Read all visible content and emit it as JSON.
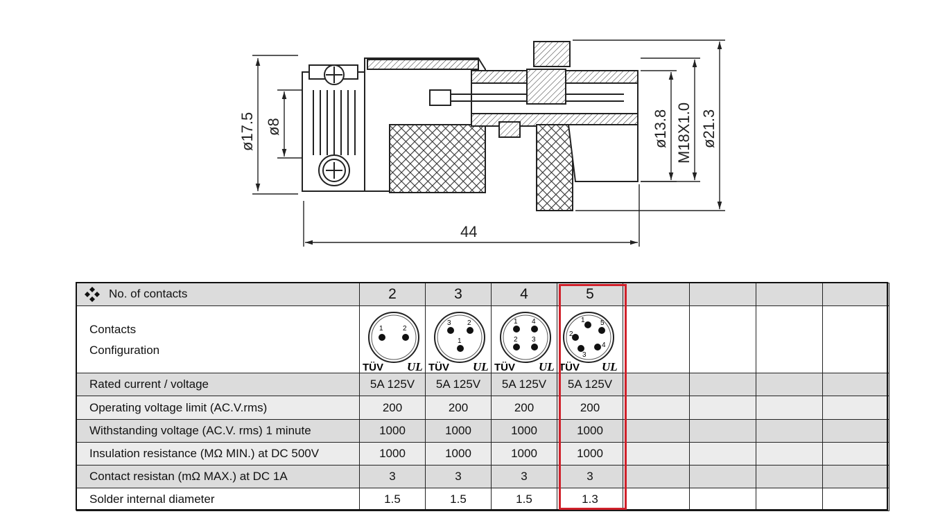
{
  "drawing": {
    "dim_body_dia": "ø17.5",
    "dim_inner_dia": "ø8",
    "dim_length": "44",
    "dim_pin_dia": "ø13.8",
    "dim_thread": "M18X1.0",
    "dim_nut_dia": "ø21.3"
  },
  "table": {
    "header_label": "No. of contacts",
    "config_label_1": "Contacts",
    "config_label_2": "Configuration",
    "columns": [
      "2",
      "3",
      "4",
      "5"
    ],
    "cert_tuv": "TÜV",
    "cert_ul": "UL",
    "rows": [
      {
        "label": "Rated current / voltage",
        "values": [
          "5A 125V",
          "5A 125V",
          "5A 125V",
          "5A 125V"
        ]
      },
      {
        "label": "Operating voltage limit (AC.V.rms)",
        "values": [
          "200",
          "200",
          "200",
          "200"
        ]
      },
      {
        "label": "Withstanding voltage (AC.V. rms) 1 minute",
        "values": [
          "1000",
          "1000",
          "1000",
          "1000"
        ]
      },
      {
        "label": "Insulation resistance (MΩ MIN.) at DC 500V",
        "values": [
          "1000",
          "1000",
          "1000",
          "1000"
        ]
      },
      {
        "label": "Contact resistan (mΩ MAX.) at DC 1A",
        "values": [
          "3",
          "3",
          "3",
          "3"
        ]
      },
      {
        "label": "Solder internal diameter",
        "values": [
          "1.5",
          "1.5",
          "1.5",
          "1.3"
        ]
      }
    ],
    "pin_labels": {
      "c2": [
        "1",
        "2"
      ],
      "c3": [
        "3",
        "2",
        "1"
      ],
      "c4": [
        "1",
        "4",
        "2",
        "3"
      ],
      "c5": [
        "1",
        "5",
        "2",
        "4",
        "3"
      ]
    },
    "highlight_color": "#d0202a"
  }
}
